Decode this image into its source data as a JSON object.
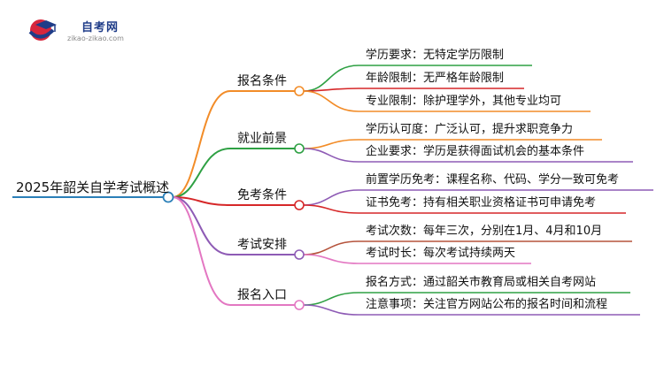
{
  "logo": {
    "title": "自考网",
    "url": "zikao-zikao.com",
    "icon": "graduation-cap-icon"
  },
  "root": {
    "label": "2025年韶关自学考试概述"
  },
  "branches": [
    {
      "label": "报名条件",
      "color": "#f28c28",
      "leaves": [
        {
          "label": "学历要求：无特定学历限制",
          "color": "#2ea043"
        },
        {
          "label": "年龄限制：无严格年龄限制",
          "color": "#d62728"
        },
        {
          "label": "专业限制：除护理学外，其他专业均可",
          "color": "#f28c28"
        }
      ]
    },
    {
      "label": "就业前景",
      "color": "#2ea043",
      "leaves": [
        {
          "label": "学历认可度：广泛认可，提升求职竞争力",
          "color": "#f28c28"
        },
        {
          "label": "企业要求：学历是获得面试机会的基本条件",
          "color": "#8e5bb5"
        }
      ]
    },
    {
      "label": "免考条件",
      "color": "#d62728",
      "leaves": [
        {
          "label": "前置学历免考：课程名称、代码、学分一致可免考",
          "color": "#8e5bb5"
        },
        {
          "label": "证书免考：持有相关职业资格证书可申请免考",
          "color": "#d62728"
        }
      ]
    },
    {
      "label": "考试安排",
      "color": "#8e5bb5",
      "leaves": [
        {
          "label": "考试次数：每年三次，分别在1月、4月和10月",
          "color": "#b5533c"
        },
        {
          "label": "考试时长：每次考试持续两天",
          "color": "#e377c2"
        }
      ]
    },
    {
      "label": "报名入口",
      "color": "#e377c2",
      "leaves": [
        {
          "label": "报名方式：通过韶关市教育局或相关自考网站",
          "color": "#2ea043"
        },
        {
          "label": "注意事项：关注官方网站公布的报名时间和流程",
          "color": "#8e5bb5"
        }
      ]
    }
  ],
  "colors": {
    "root_line": "#2a7fb8",
    "node_fill": "#ffffff"
  }
}
